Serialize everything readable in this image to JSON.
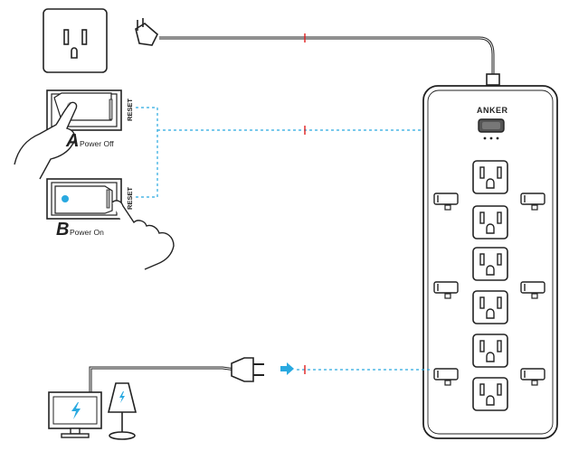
{
  "brand": "ANKER",
  "reset_label": "RESET",
  "switch_a": {
    "letter": "A",
    "label": "Power Off"
  },
  "switch_b": {
    "letter": "B",
    "label": "Power On"
  },
  "colors": {
    "line": "#222222",
    "accent": "#29a9e0",
    "marker": "#e02020"
  },
  "icons": [
    "wall-outlet-icon",
    "plug-icon",
    "monitor-icon",
    "lamp-icon",
    "arrow-right-icon",
    "power-strip-icon"
  ]
}
